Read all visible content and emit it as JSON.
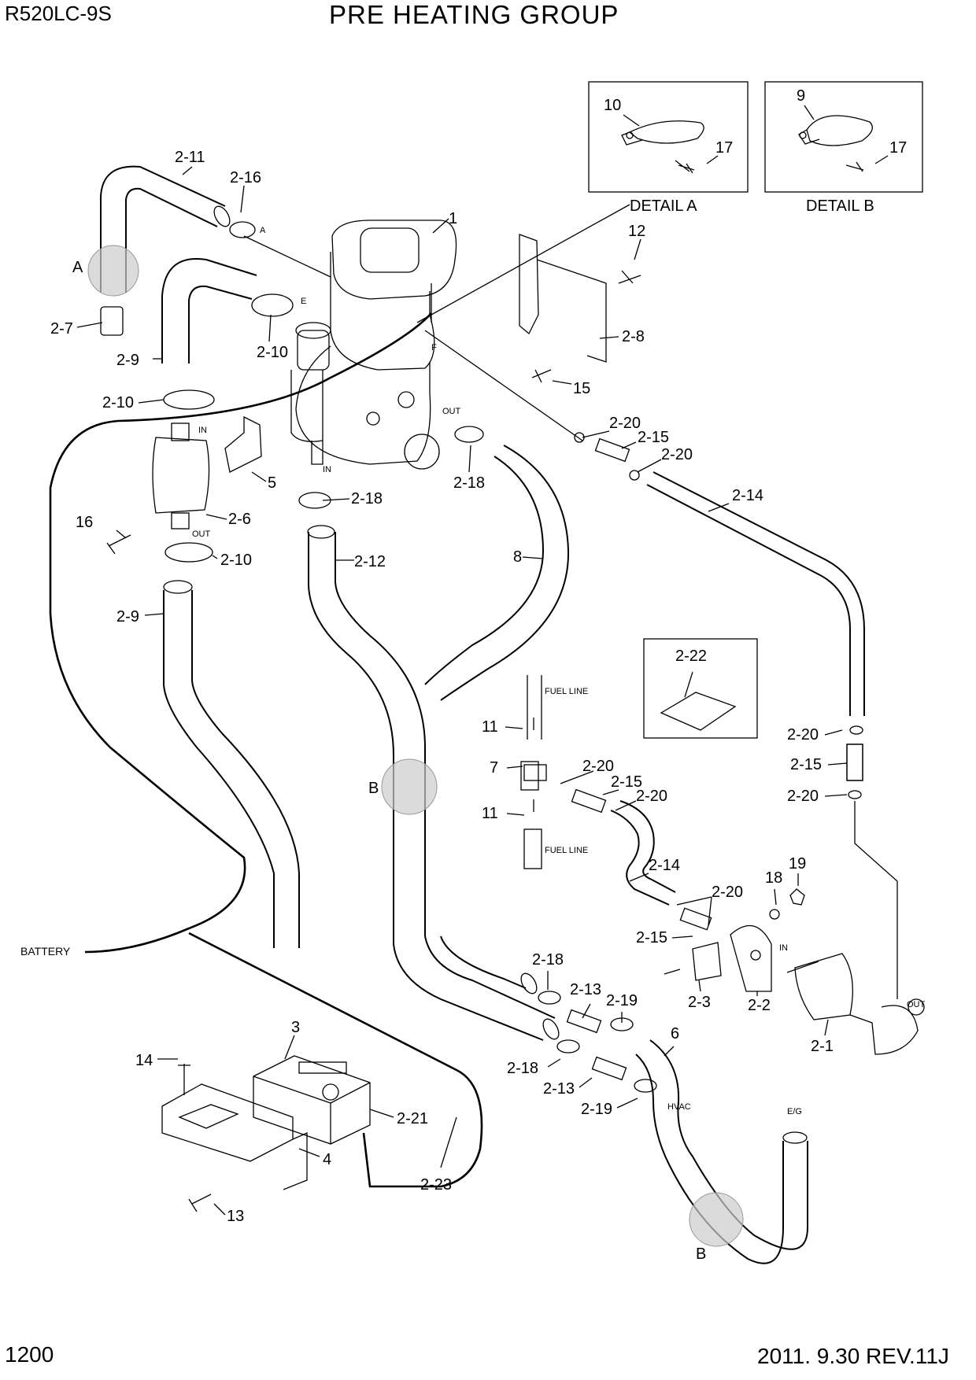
{
  "header": {
    "model": "R520LC-9S",
    "title": "PRE HEATING GROUP"
  },
  "footer": {
    "page": "1200",
    "revision": "2011. 9.30  REV.11J"
  },
  "details": [
    {
      "caption": "DETAIL A",
      "parts": [
        "10",
        "17"
      ]
    },
    {
      "caption": "DETAIL B",
      "parts": [
        "9",
        "17"
      ]
    }
  ],
  "zones": [
    "A",
    "B",
    "B"
  ],
  "callouts": [
    "1",
    "2-11",
    "2-16",
    "2-7",
    "2-9",
    "2-10",
    "2-10",
    "2-10",
    "2-9",
    "12",
    "2-8",
    "15",
    "2-20",
    "2-15",
    "2-20",
    "2-14",
    "5",
    "2-6",
    "16",
    "2-18",
    "2-18",
    "2-12",
    "8",
    "2-22",
    "2-20",
    "2-15",
    "2-20",
    "11",
    "7",
    "2-20",
    "2-15",
    "2-20",
    "11",
    "2-14",
    "19",
    "18",
    "2-20",
    "2-15",
    "2-3",
    "2-2",
    "2-1",
    "2-18",
    "2-13",
    "2-19",
    "2-18",
    "2-13",
    "2-19",
    "6",
    "3",
    "14",
    "2-21",
    "4",
    "2-23",
    "13"
  ],
  "small_labels": [
    "A",
    "E",
    "F",
    "OUT",
    "IN",
    "IN",
    "OUT",
    "FUEL LINE",
    "FUEL LINE",
    "IN",
    "OUT",
    "HVAC",
    "E/G",
    "BATTERY"
  ]
}
